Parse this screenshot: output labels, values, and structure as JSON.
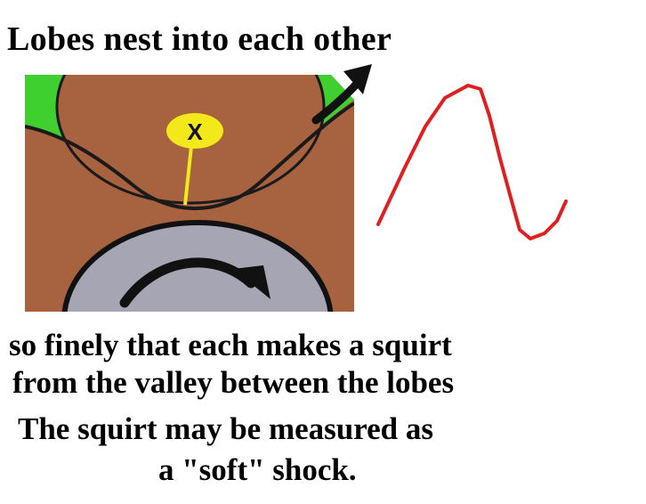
{
  "title": "Lobes nest into each other",
  "marker_label": "X",
  "caption_lines": [
    "so finely that each makes a squirt",
    "from the valley between the lobes",
    "The squirt may be measured as",
    "a \"soft\" shock."
  ],
  "colors": {
    "lobe_brown": "#a7623f",
    "gap_green": "#3fcf2f",
    "outline_dark": "#1a1a1a",
    "marker_yellow": "#f2e81a",
    "roller_gray": "#a6a5b4",
    "waveform_red": "#e02020"
  }
}
